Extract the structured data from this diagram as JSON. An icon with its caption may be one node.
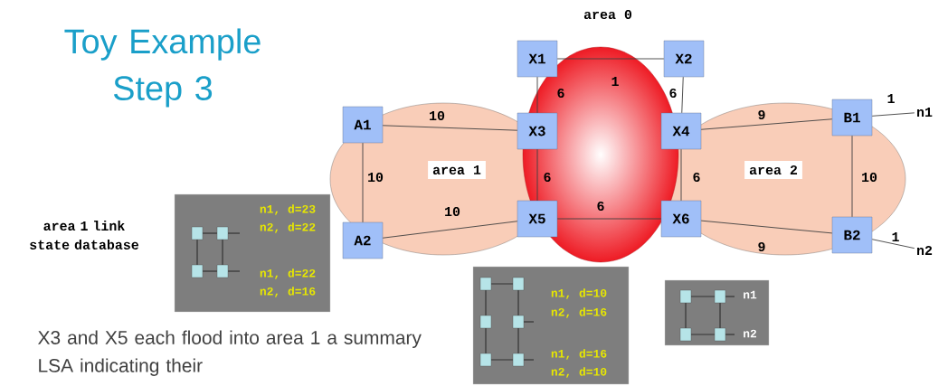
{
  "diagram": {
    "title": "Toy Example Step 3",
    "nodes": [
      {
        "text": [
          "X1"
        ]
      },
      {
        "text": [
          "X2"
        ]
      },
      {
        "text": [
          "A1"
        ]
      },
      {
        "text": [
          "X3"
        ]
      },
      {
        "text": [
          "X4"
        ]
      },
      {
        "text": [
          "B1"
        ]
      },
      {
        "text": [
          "n1"
        ]
      },
      {
        "text": [
          "A2"
        ]
      },
      {
        "text": [
          "X5"
        ]
      },
      {
        "text": [
          "X6"
        ]
      },
      {
        "text": [
          "B2"
        ]
      },
      {
        "text": [
          "n2"
        ]
      },
      {
        "text": [
          "n1, d=23",
          "n2, d=22",
          "n1, d=22",
          "n2, d=16"
        ],
        "beside": [
          "area 1 link state database"
        ]
      },
      {
        "text": [
          "n1, d=10",
          "n2, d=16",
          "n1, d=16",
          "n2, d=10"
        ]
      },
      {
        "text": [
          "n1",
          "n2"
        ]
      }
    ],
    "edges": [
      {
        "from": 0,
        "to": 1,
        "arrow": "none",
        "label": "1"
      },
      {
        "from": 0,
        "to": 3,
        "arrow": "none",
        "label": "6"
      },
      {
        "from": 1,
        "to": 4,
        "arrow": "none",
        "label": "6"
      },
      {
        "from": 2,
        "to": 3,
        "arrow": "none",
        "label": "10"
      },
      {
        "from": 2,
        "to": 7,
        "arrow": "none",
        "label": "10"
      },
      {
        "from": 7,
        "to": 8,
        "arrow": "none",
        "label": "10"
      },
      {
        "from": 3,
        "to": 8,
        "arrow": "none",
        "label": "6"
      },
      {
        "from": 8,
        "to": 9,
        "arrow": "none",
        "label": "6"
      },
      {
        "from": 4,
        "to": 9,
        "arrow": "none",
        "label": "6"
      },
      {
        "from": 4,
        "to": 5,
        "arrow": "none",
        "label": "9"
      },
      {
        "from": 5,
        "to": 10,
        "arrow": "none",
        "label": "10"
      },
      {
        "from": 9,
        "to": 10,
        "arrow": "none",
        "label": "9"
      },
      {
        "from": 5,
        "to": 6,
        "arrow": "none",
        "label": "1"
      },
      {
        "from": 10,
        "to": 11,
        "arrow": "none",
        "label": "1"
      }
    ],
    "labels": [
      "area 0",
      "area 1",
      "area 2",
      "X3 and X5 each flood into area 1 a summary LSA indicating their"
    ]
  }
}
